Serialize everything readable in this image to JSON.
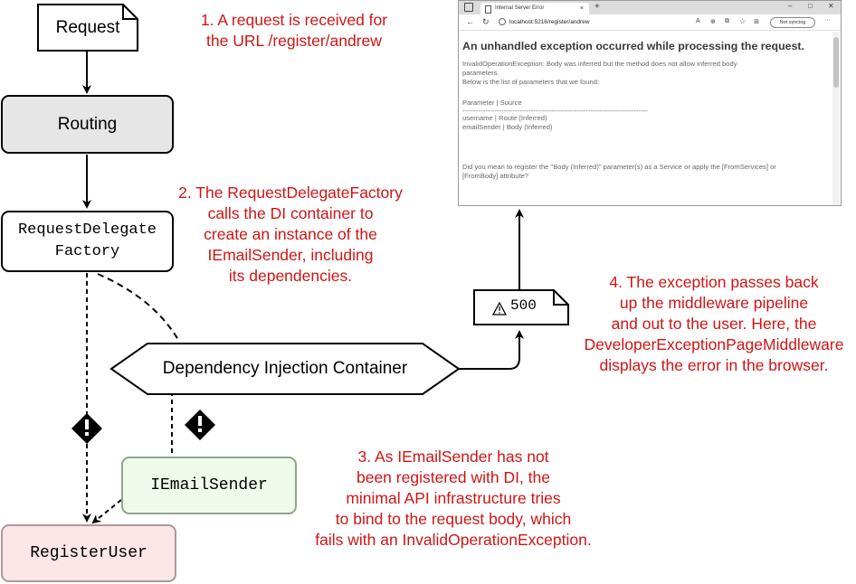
{
  "nodes": {
    "request": "Request",
    "routing": "Routing",
    "factory_line1": "RequestDelegate",
    "factory_line2": "Factory",
    "di_container": "Dependency Injection Container",
    "email_sender": "IEmailSender",
    "register_user": "RegisterUser",
    "status": "500"
  },
  "notes": {
    "n1": [
      "1. A request is received for",
      "the URL /register/andrew"
    ],
    "n2": [
      "2. The RequestDelegateFactory",
      "calls the DI container to",
      "create an instance of the",
      "IEmailSender, including",
      "its dependencies."
    ],
    "n3": [
      "3. As IEmailSender has not",
      "been registered with DI, the",
      "minimal API infrastructure tries",
      "to bind to the request body, which",
      "fails with an InvalidOperationException."
    ],
    "n4": [
      "4. The exception passes back",
      "up the middleware pipeline",
      "and out to the user. Here, the",
      "DeveloperExceptionPageMiddleware",
      "displays the error in the browser."
    ]
  },
  "browser": {
    "tab_title": "Internal Server Error",
    "tab_close": "×",
    "new_tab": "+",
    "url": "localhost:5216/register/andrew",
    "sync_label": "Not syncing",
    "heading": "An unhandled exception occurred while processing the request.",
    "lines": [
      "InvalidOperationException: Body was inferred but the method does not allow inferred body",
      "parameters.",
      "Below is the list of parameters that we found:",
      "",
      "Parameter | Source",
      "---------------------------------------------------------------------------------",
      "username | Route (Inferred)",
      "emailSender | Body (Inferred)",
      "",
      "",
      "",
      "Did you mean to register the \"Body (Inferred)\" parameter(s) as a Service or apply the [FromServices] or",
      "[FromBody] attribute?"
    ]
  },
  "colors": {
    "note_red": "#d01515",
    "routing_fill": "#e6e6e6",
    "email_fill": "#eefbea",
    "email_border": "#8fa58a",
    "register_fill": "#fde6e8",
    "register_border": "#a99a9c"
  }
}
